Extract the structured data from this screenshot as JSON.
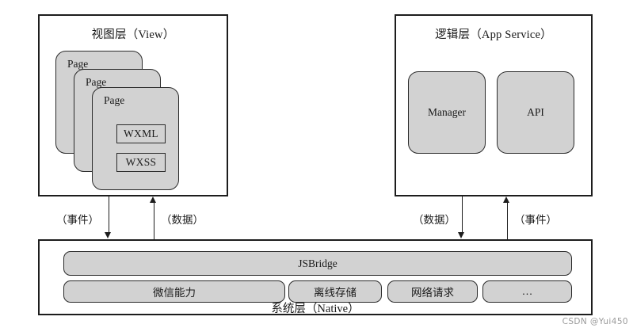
{
  "diagram": {
    "view_layer": {
      "title": "视图层（View）",
      "pages": [
        {
          "label": "Page"
        },
        {
          "label": "Page"
        },
        {
          "label": "Page"
        }
      ],
      "front_page_items": [
        {
          "label": "WXML"
        },
        {
          "label": "WXSS"
        }
      ]
    },
    "logic_layer": {
      "title": "逻辑层（App Service）",
      "modules": [
        {
          "label": "Manager"
        },
        {
          "label": "API"
        }
      ]
    },
    "native_layer": {
      "caption": "系统层（Native）",
      "bridge": {
        "label": "JSBridge"
      },
      "capabilities": [
        {
          "label": "微信能力"
        },
        {
          "label": "离线存储"
        },
        {
          "label": "网络请求"
        },
        {
          "label": "…"
        }
      ]
    },
    "connectors": [
      {
        "label": "（事件）",
        "direction": "down",
        "from": "view",
        "to": "native"
      },
      {
        "label": "（数据）",
        "direction": "up",
        "from": "native",
        "to": "view"
      },
      {
        "label": "（数据）",
        "direction": "down",
        "from": "logic",
        "to": "native"
      },
      {
        "label": "（事件）",
        "direction": "up",
        "from": "native",
        "to": "logic"
      }
    ]
  },
  "watermark": "CSDN @Yui450",
  "colors": {
    "box_fill": "#d2d2d2",
    "stroke": "#1d1d1d",
    "background": "#ffffff"
  }
}
